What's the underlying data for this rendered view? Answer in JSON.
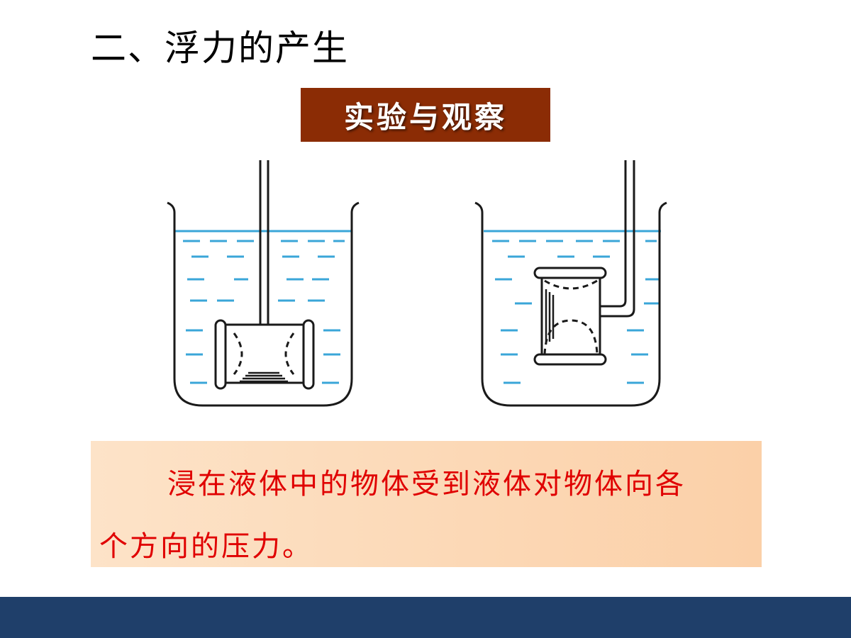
{
  "slide": {
    "title": "二、浮力的产生",
    "tag": "实验与观察",
    "note": {
      "line1": "浸在液体中的物体受到液体对物体向各",
      "line2": "个方向的压力。"
    }
  },
  "colors": {
    "water": "#3aa6d8",
    "tag_bg": "#8b2c05",
    "note_text": "#e00000",
    "footer": "#1f3f6a"
  }
}
